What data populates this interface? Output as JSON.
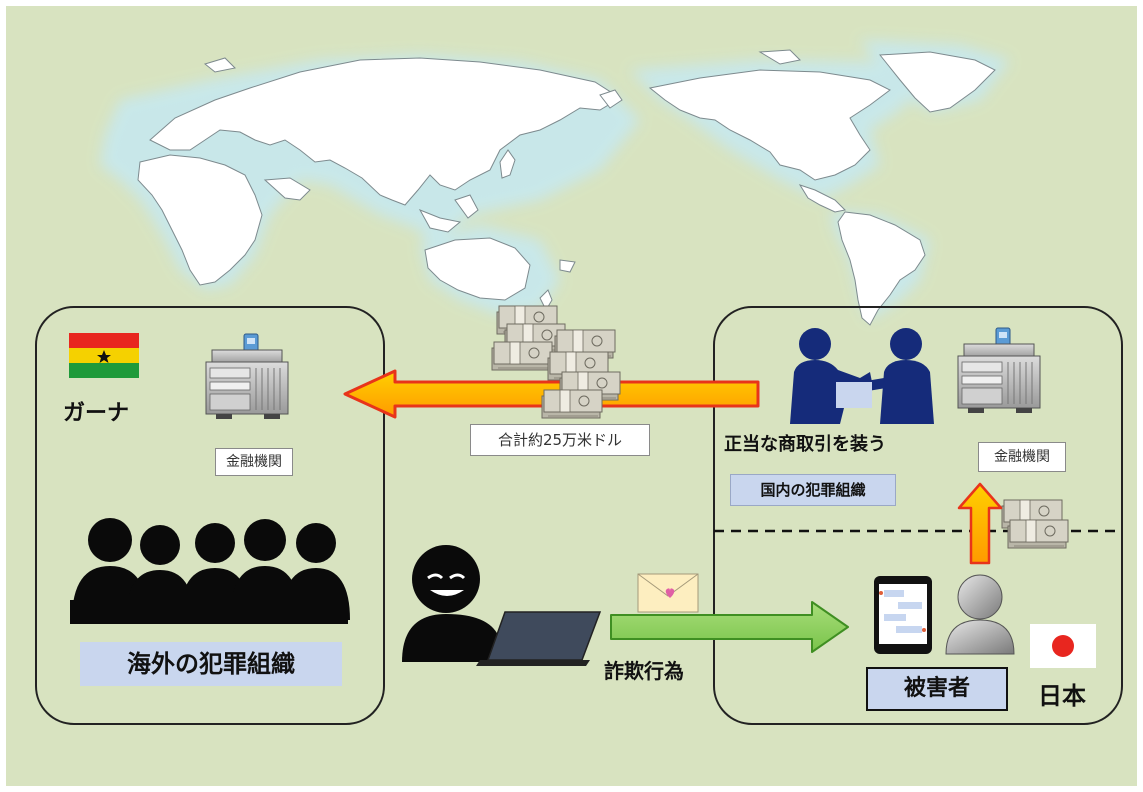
{
  "ghana": {
    "country_label": "ガーナ",
    "bank_label": "金融機関",
    "org_label": "海外の犯罪組織"
  },
  "transfer": {
    "amount_label": "合計約25万米ドル"
  },
  "scam": {
    "label": "詐欺行為"
  },
  "japan": {
    "country_label": "日本",
    "bank_label": "金融機関",
    "trade_label": "正当な商取引を装う",
    "org_label": "国内の犯罪組織",
    "victim_label": "被害者"
  },
  "colors": {
    "background": "#d8e3c0",
    "continents": "#ffffff",
    "land_glow": "#d3ecee",
    "box_border": "#222222",
    "orange_arrow": "#ffa500",
    "orange_outline": "#e8341a",
    "green_arrow": "#8fd061",
    "label_blue": "#c9d6ee",
    "money": "#c9c7bd",
    "silhouette_navy": "#152b7a"
  },
  "icons": [
    "ghana-flag-icon",
    "bank-server-icon",
    "money-stack-icon",
    "criminal-group-icon",
    "hacker-icon",
    "laptop-icon",
    "envelope-icon",
    "business-handshake-icon",
    "tablet-chat-icon",
    "victim-person-icon",
    "japan-flag-icon"
  ]
}
